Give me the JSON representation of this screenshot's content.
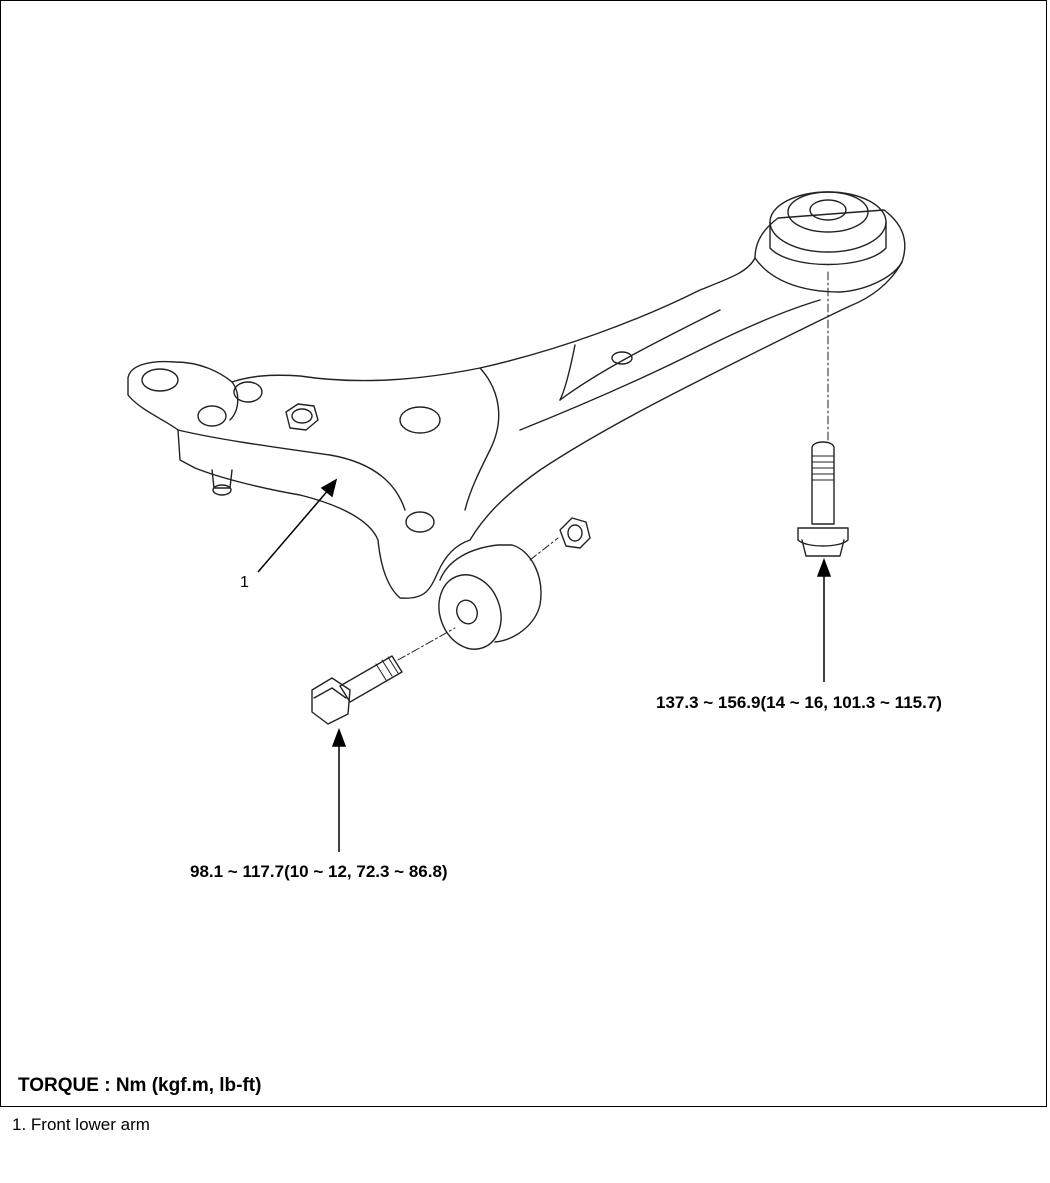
{
  "figure": {
    "callout_number": "1",
    "rear_bolt_torque": "137.3 ~ 156.9(14 ~ 16, 101.3 ~ 115.7)",
    "front_bolt_torque": "98.1 ~ 117.7(10 ~ 12, 72.3 ~ 86.8)",
    "torque_units": "TORQUE : Nm (kgf.m, lb-ft)"
  },
  "legend": {
    "items": [
      "1. Front lower arm"
    ]
  },
  "parts": {
    "lower_arm": "lower-arm",
    "rear_bolt": "bolt",
    "front_bolt": "bolt",
    "nut": "nut"
  }
}
